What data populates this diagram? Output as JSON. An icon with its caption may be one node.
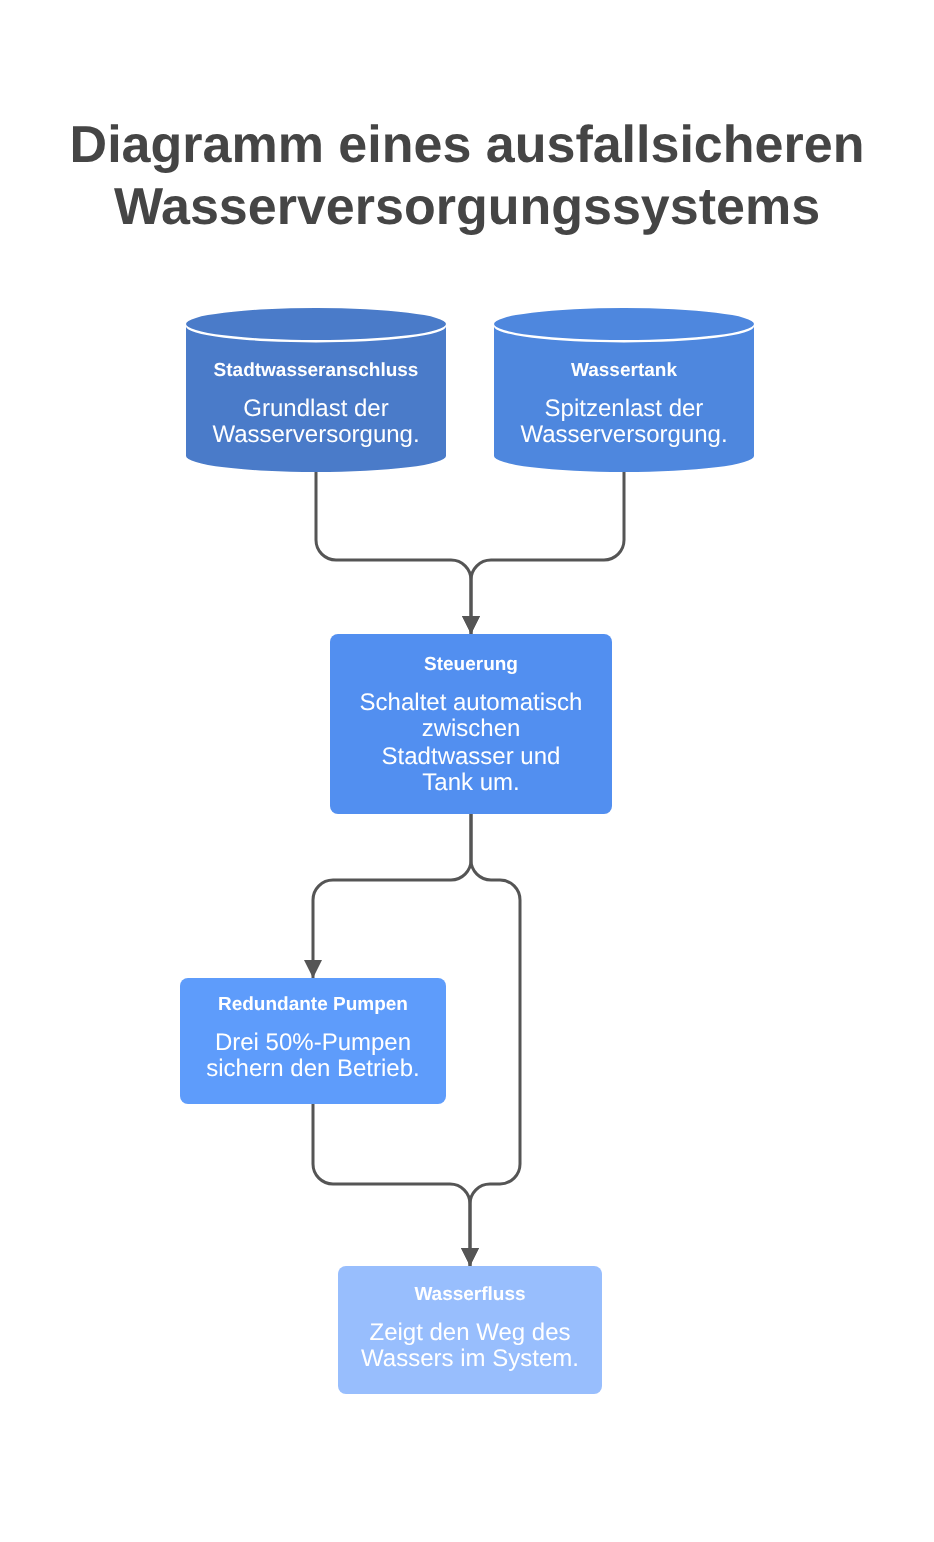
{
  "diagram": {
    "title": "Diagramm eines ausfallsicheren Wasserversorgungssystems",
    "nodes": [
      {
        "text": [
          "Stadtwasseranschluss",
          "Grundlast der Wasserversorgung."
        ]
      },
      {
        "text": [
          "Wassertank",
          "Spitzenlast der Wasserversorgung."
        ]
      },
      {
        "text": [
          "Steuerung",
          "Schaltet automatisch zwischen Stadtwasser und Tank um."
        ]
      },
      {
        "text": [
          "Redundante Pumpen",
          "Drei 50%-Pumpen sichern den Betrieb."
        ]
      },
      {
        "text": [
          "Wasserfluss",
          "Zeigt den Weg des Wassers im System."
        ]
      }
    ],
    "edges": [
      {
        "from": 0,
        "to": 2,
        "arrow": "to"
      },
      {
        "from": 1,
        "to": 2,
        "arrow": "to"
      },
      {
        "from": 2,
        "to": 3,
        "arrow": "to"
      },
      {
        "from": 2,
        "to": 4,
        "arrow": "to"
      },
      {
        "from": 3,
        "to": 4,
        "arrow": "to"
      }
    ]
  }
}
